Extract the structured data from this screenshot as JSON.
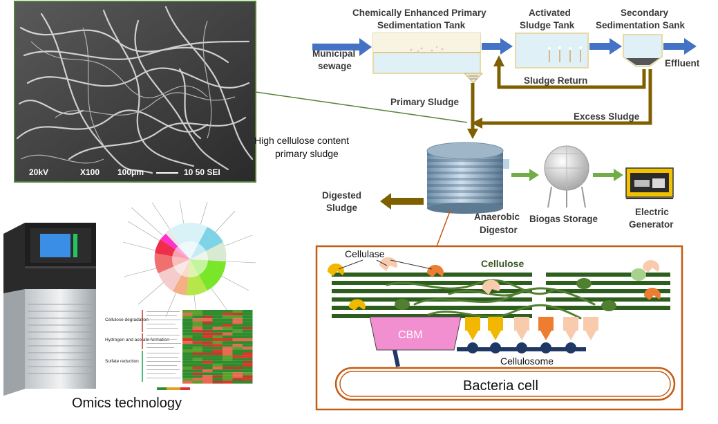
{
  "process": {
    "cept_title_line1": "Chemically Enhanced Primary",
    "cept_title_line2": "Sedimentation Tank",
    "activated_line1": "Activated",
    "activated_line2": "Sludge Tank",
    "secondary_line1": "Secondary",
    "secondary_line2": "Sedimentation Sank",
    "municipal_line1": "Municipal",
    "municipal_line2": "sewage",
    "effluent": "Effluent",
    "sludge_return": "Sludge Return",
    "primary_sludge": "Primary Sludge",
    "excess_sludge": "Excess Sludge",
    "high_cellulose_line1": "High cellulose content",
    "high_cellulose_line2": "primary sludge",
    "digested_line1": "Digested",
    "digested_line2": "Sludge",
    "anaerobic_line1": "Anaerobic",
    "anaerobic_line2": "Digestor",
    "biogas_storage": "Biogas Storage",
    "generator_line1": "Electric",
    "generator_line2": "Generator"
  },
  "sem": {
    "kv": "20kV",
    "mag": "X100",
    "scale": "100μm",
    "id": "10 50 SEI"
  },
  "omics": {
    "label": "Omics technology",
    "heatmap_groups": [
      "Cellulose degradation",
      "Hydrogen and acetate formation",
      "Sulfate reduction"
    ]
  },
  "mechanism": {
    "cellulase": "Cellulase",
    "cellulose": "Cellulose",
    "cbm": "CBM",
    "cellulosome": "Cellulosome",
    "bacteria_cell": "Bacteria cell"
  },
  "colors": {
    "flow_arrow": "#4472c4",
    "sludge_arrow": "#7f6000",
    "biogas_arrow": "#70ad47",
    "frame": "#c55a11",
    "sem_frame": "#548235",
    "cellulose_fiber": "#375623",
    "cbm_fill": "#f28fd1"
  }
}
